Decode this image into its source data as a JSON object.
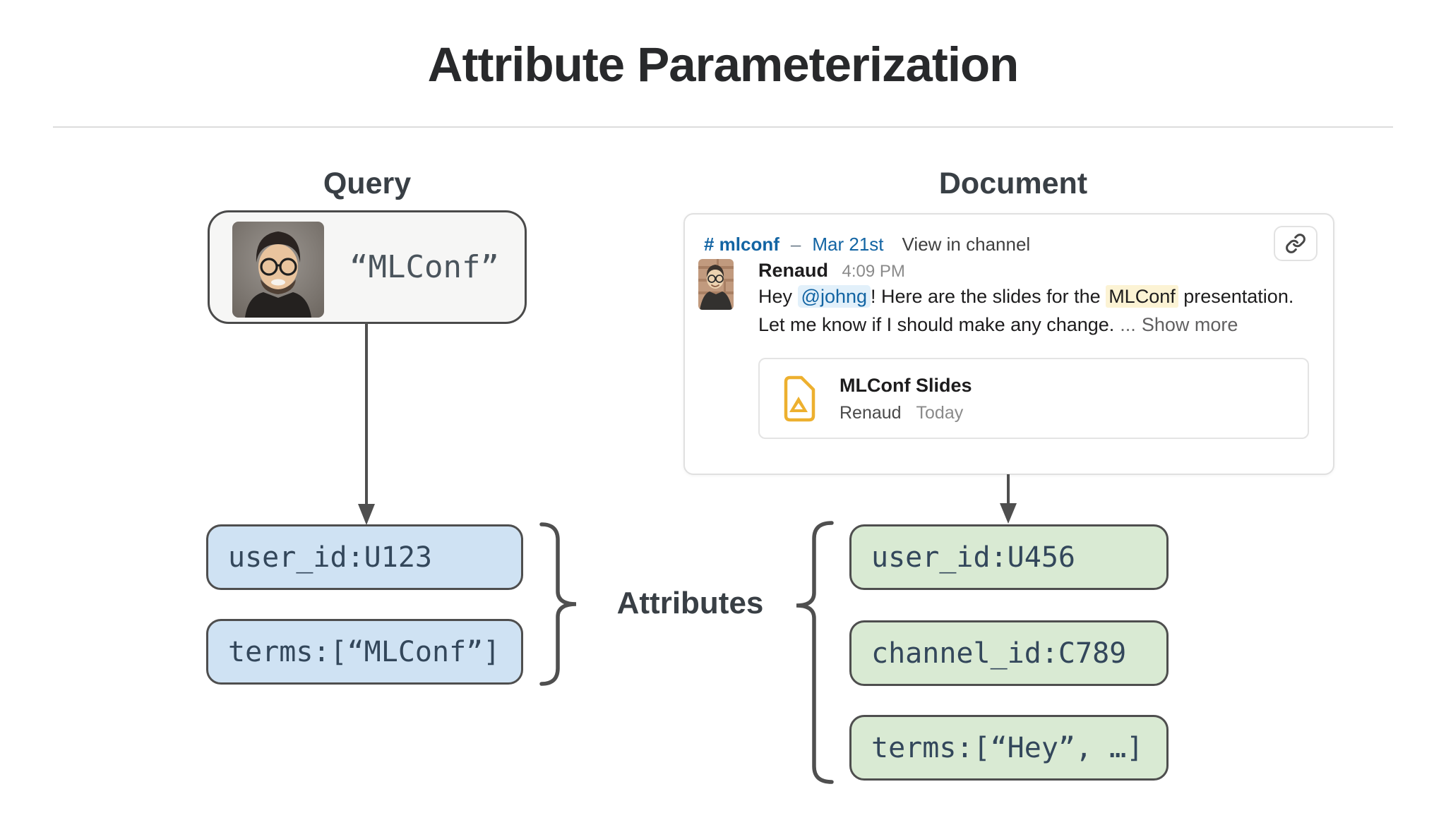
{
  "title": "Attribute Parameterization",
  "query": {
    "heading": "Query",
    "text": "“MLConf”"
  },
  "document": {
    "heading": "Document",
    "header": {
      "channel": "# mlconf",
      "separator": "–",
      "date": "Mar 21st",
      "view_in_channel": "View in channel"
    },
    "message": {
      "author": "Renaud",
      "time": "4:09 PM",
      "line1_part1": "Hey ",
      "mention": "@johng",
      "line1_part2": "! Here are the slides for the ",
      "highlight": "MLConf",
      "line1_part3": " presentation.",
      "line2": "Let me know if I should make any change.",
      "ellipsis": "...",
      "show_more": "Show more"
    },
    "attachment": {
      "title": "MLConf Slides",
      "author": "Renaud",
      "date": "Today"
    }
  },
  "attributes_label": "Attributes",
  "query_attributes": [
    "user_id:U123",
    "terms:[“MLConf”]"
  ],
  "document_attributes": [
    "user_id:U456",
    "channel_id:C789",
    "terms:[“Hey”, …]"
  ],
  "icons": {
    "link_button": "chain-link-icon",
    "attachment_file": "google-drive-file-icon",
    "connectors": "arrow-down-icon"
  },
  "colors": {
    "slack_blue": "#1264a3",
    "query_attr_fill": "#cfe2f3",
    "doc_attr_fill": "#d9ead3",
    "mention_bg": "#e2f0fa",
    "keyword_highlight_bg": "#fcf3d4",
    "drive_gold": "#edb02f",
    "connector_gray": "#4f4f4f",
    "box_border": "#4e4e4e",
    "attr_text": "#33475b"
  }
}
